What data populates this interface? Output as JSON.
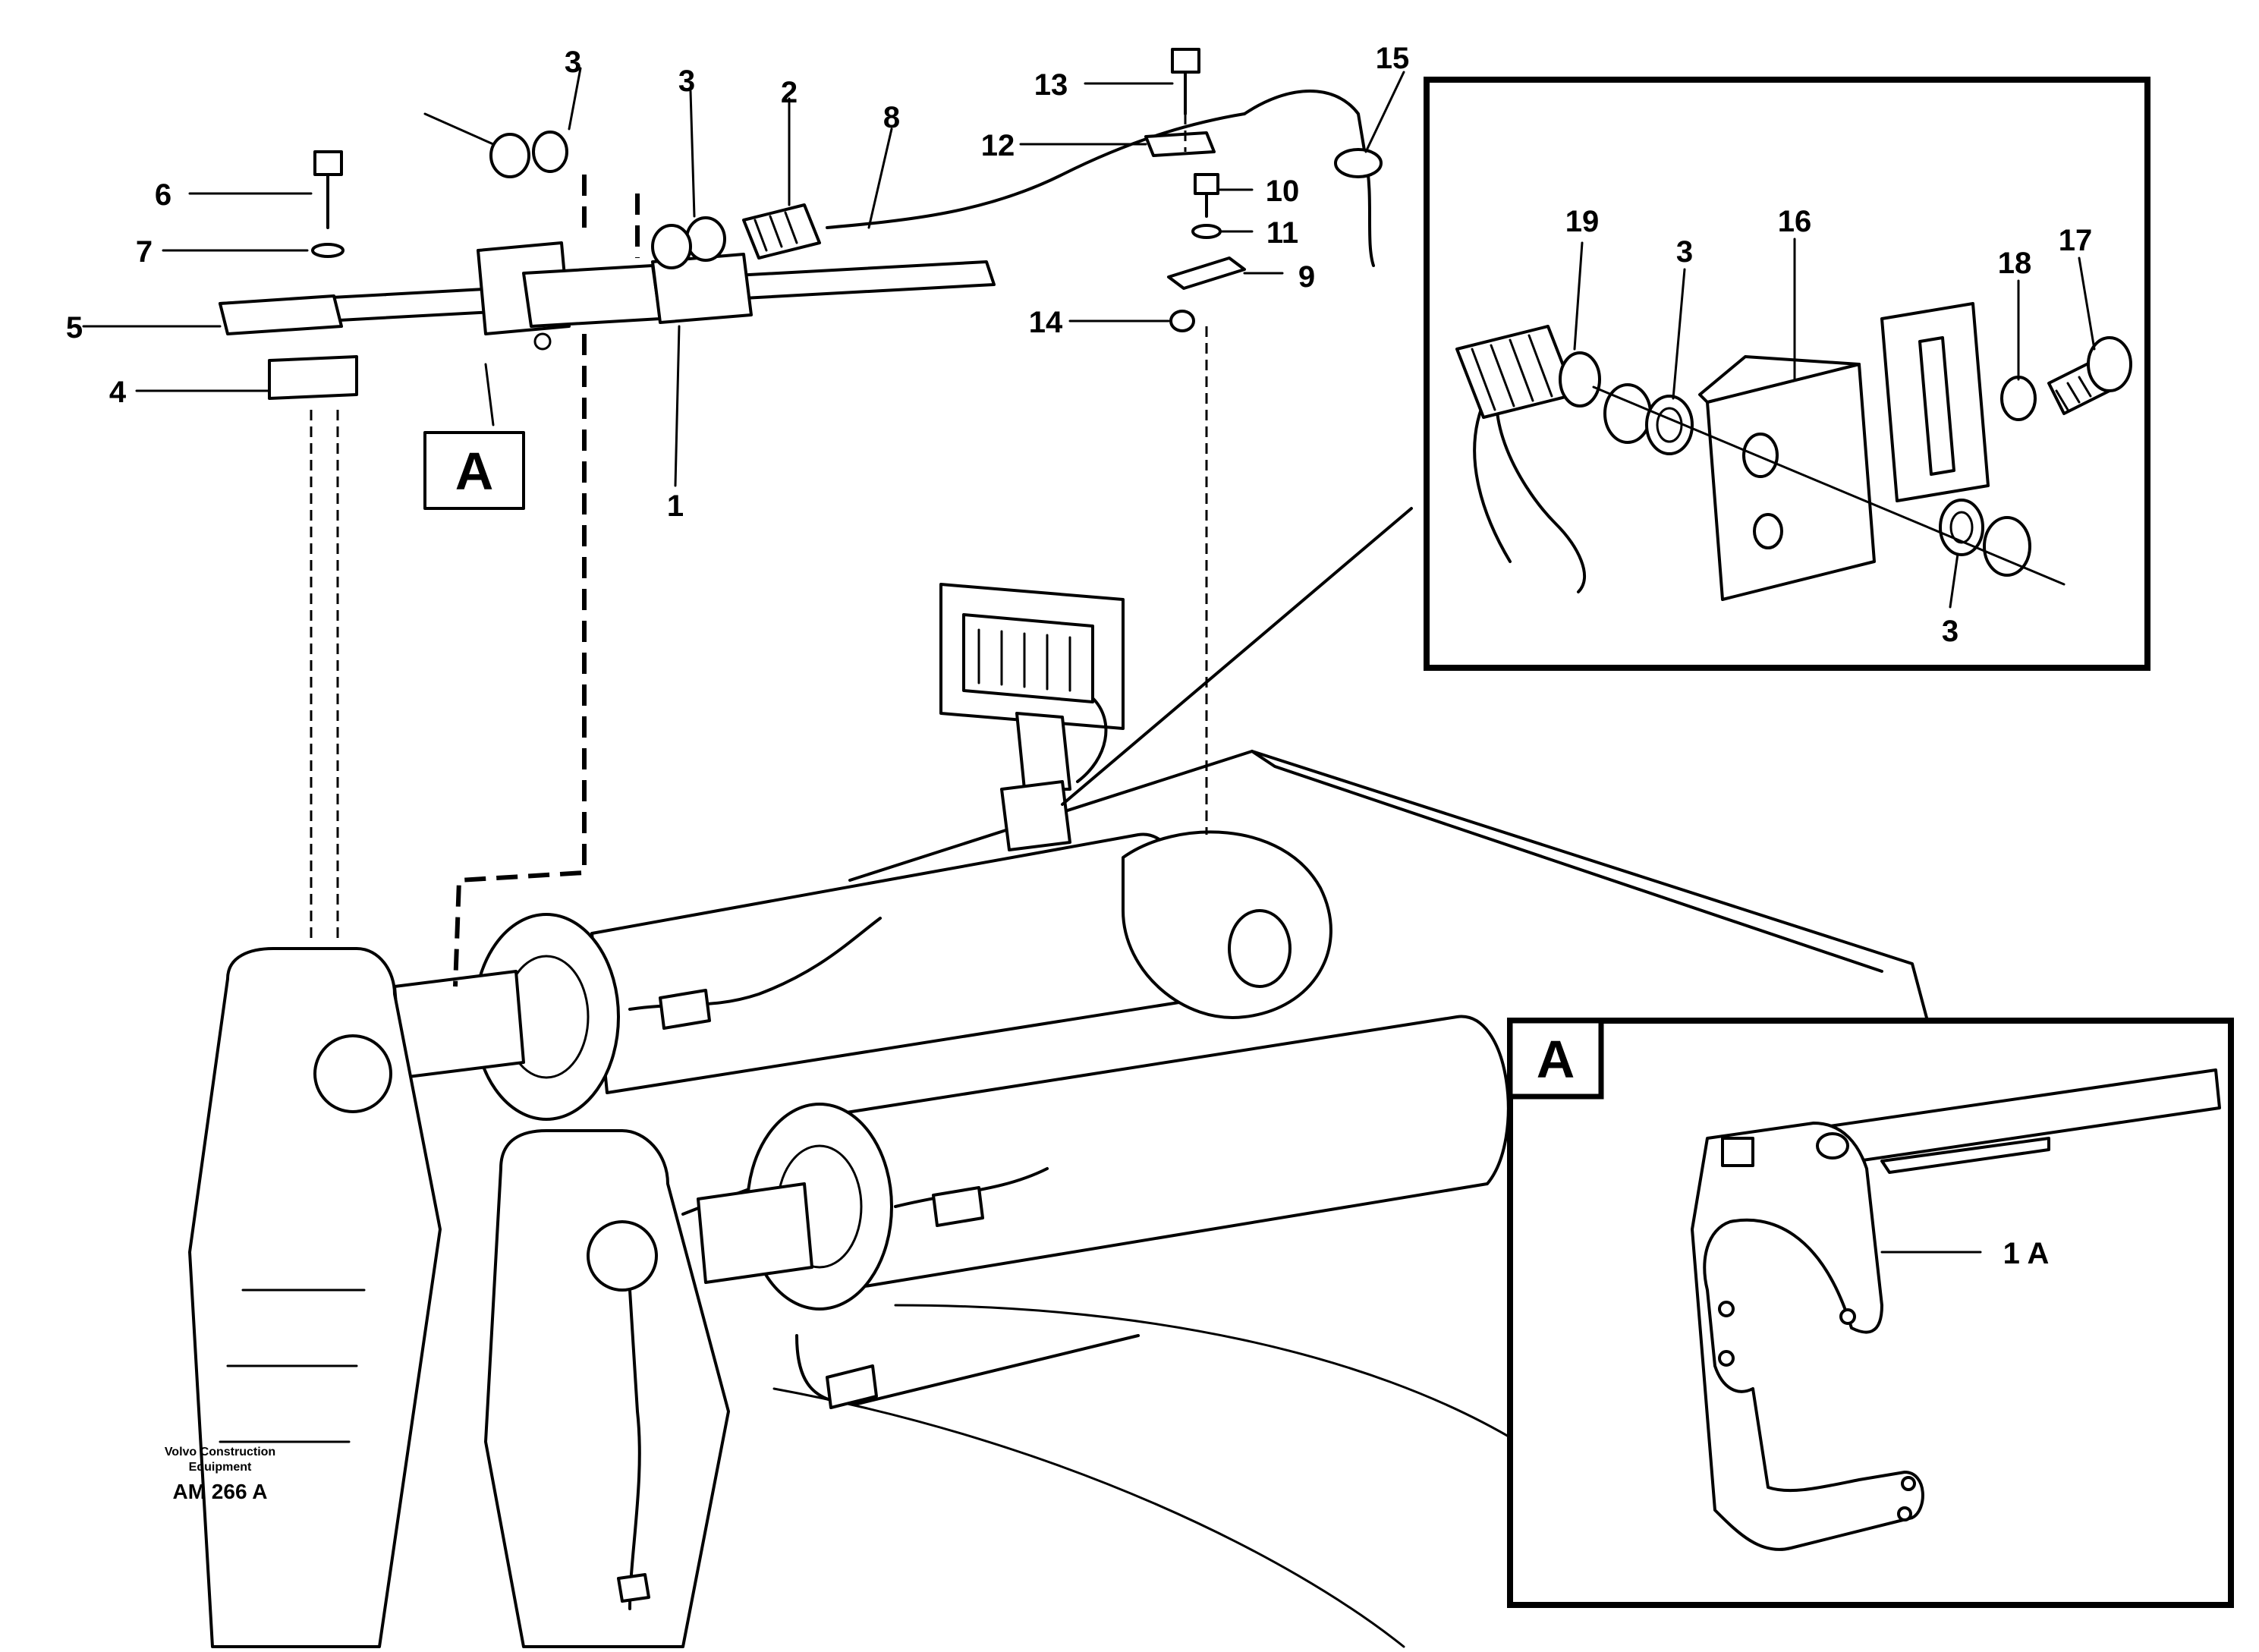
{
  "callouts": {
    "c1": "1",
    "c2": "2",
    "c3a": "3",
    "c3b": "3",
    "c3c": "3",
    "c3d": "3",
    "c4": "4",
    "c5": "5",
    "c6": "6",
    "c7": "7",
    "c8": "8",
    "c9": "9",
    "c10": "10",
    "c11": "11",
    "c12": "12",
    "c13": "13",
    "c14": "14",
    "c15": "15",
    "c16": "16",
    "c17": "17",
    "c18": "18",
    "c19": "19",
    "c1A": "1 A"
  },
  "view_labels": {
    "main_marker": "A",
    "inset_marker": "A"
  },
  "footer": {
    "company_line1": "Volvo Construction",
    "company_line2": "Equipment",
    "ref": "AM 266 A"
  }
}
